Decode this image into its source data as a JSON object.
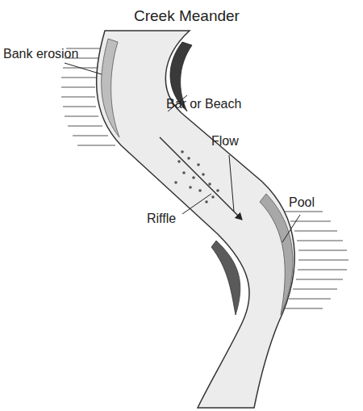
{
  "diagram": {
    "title": "Creek Meander",
    "labels": [
      "Bank erosion",
      "Bar or Beach",
      "Flow",
      "Riffle",
      "Pool"
    ]
  }
}
